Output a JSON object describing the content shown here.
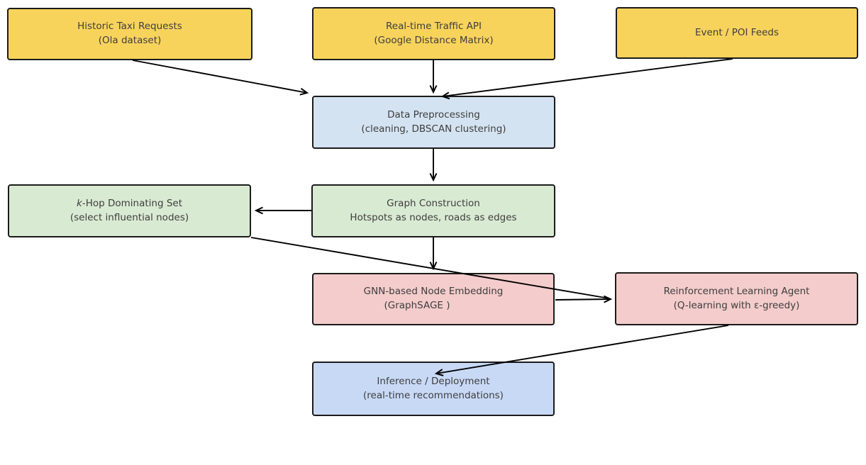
{
  "page": {
    "background": "#ffffff"
  },
  "palette": {
    "source_yellow": "#f8d35c",
    "process_blue": "#d4e3f1",
    "graph_green": "#d9ead3",
    "learning_pink": "#f3cccb",
    "deploy_blue": "#c8d9f6",
    "node_border": "#1b1b1b",
    "node_text": "#3e3e3e",
    "arrow": "#000000"
  },
  "diagram": {
    "nodes": [
      {
        "id": "historic-taxi-requests",
        "line1": "Historic Taxi Requests",
        "line2": "(Ola dataset)",
        "fill": "#f8d35c"
      },
      {
        "id": "realtime-traffic-api",
        "line1": "Real-time Traffic API",
        "line2": "(Google Distance Matrix)",
        "fill": "#f8d35c"
      },
      {
        "id": "event-poi-feeds",
        "line1": "Event / POI Feeds",
        "fill": "#f8d35c"
      },
      {
        "id": "data-preprocessing",
        "line1": "Data Preprocessing",
        "line2": "(cleaning, DBSCAN clustering)",
        "fill": "#d4e3f1"
      },
      {
        "id": "k-hop-dominating-set",
        "line1_italic": "k",
        "line1": "-Hop Dominating Set",
        "line2": "(select influential nodes)",
        "fill": "#d9ead3"
      },
      {
        "id": "graph-construction",
        "line1": "Graph Construction",
        "line2": "Hotspots as nodes, roads as edges",
        "fill": "#d9ead3"
      },
      {
        "id": "gnn-node-embedding",
        "line1": "GNN-based Node Embedding",
        "line2": "(GraphSAGE )",
        "fill": "#f3cccb"
      },
      {
        "id": "reinforcement-learning-agent",
        "line1": "Reinforcement Learning Agent",
        "line2": "(Q-learning with ε-greedy)",
        "fill": "#f3cccb"
      },
      {
        "id": "inference-deployment",
        "line1": "Inference / Deployment",
        "line2": "(real-time recommendations)",
        "fill": "#c8d9f6"
      }
    ],
    "edges": [
      {
        "from": "historic-taxi-requests",
        "to": "data-preprocessing"
      },
      {
        "from": "realtime-traffic-api",
        "to": "data-preprocessing"
      },
      {
        "from": "event-poi-feeds",
        "to": "data-preprocessing"
      },
      {
        "from": "data-preprocessing",
        "to": "graph-construction"
      },
      {
        "from": "graph-construction",
        "to": "k-hop-dominating-set"
      },
      {
        "from": "graph-construction",
        "to": "gnn-node-embedding"
      },
      {
        "from": "k-hop-dominating-set",
        "to": "reinforcement-learning-agent"
      },
      {
        "from": "gnn-node-embedding",
        "to": "reinforcement-learning-agent"
      },
      {
        "from": "reinforcement-learning-agent",
        "to": "inference-deployment"
      }
    ]
  }
}
